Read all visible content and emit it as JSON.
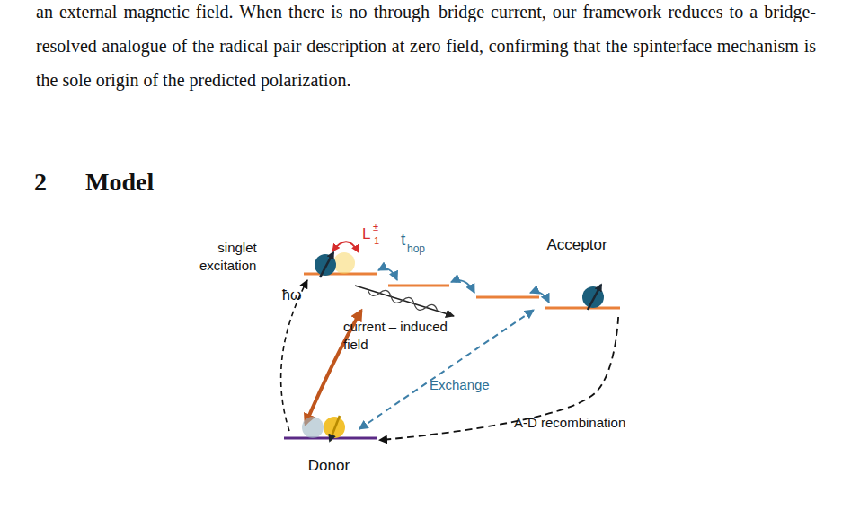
{
  "diagram": {
    "nodes": [
      {
        "text": [
          "Acceptor"
        ]
      },
      {
        "text": [
          "Donor"
        ]
      }
    ],
    "edges": [
      {
        "from": 1,
        "to": 0,
        "arrow": "both",
        "label": "Exchange"
      },
      {
        "from": 0,
        "to": 1,
        "arrow": "to",
        "label": "A-D recombination"
      }
    ],
    "labels": [
      "an external magnetic field. When there is no through–bridge current, our framework reduces to a bridge-resolved analogue of the radical pair description at zero field, confirming that the spinterface mechanism is the sole origin of the predicted polarization.",
      "2",
      "Model",
      "L",
      "±",
      "1",
      "t",
      "hop",
      "singlet excitation",
      "ħω",
      "current – induced field"
    ]
  }
}
